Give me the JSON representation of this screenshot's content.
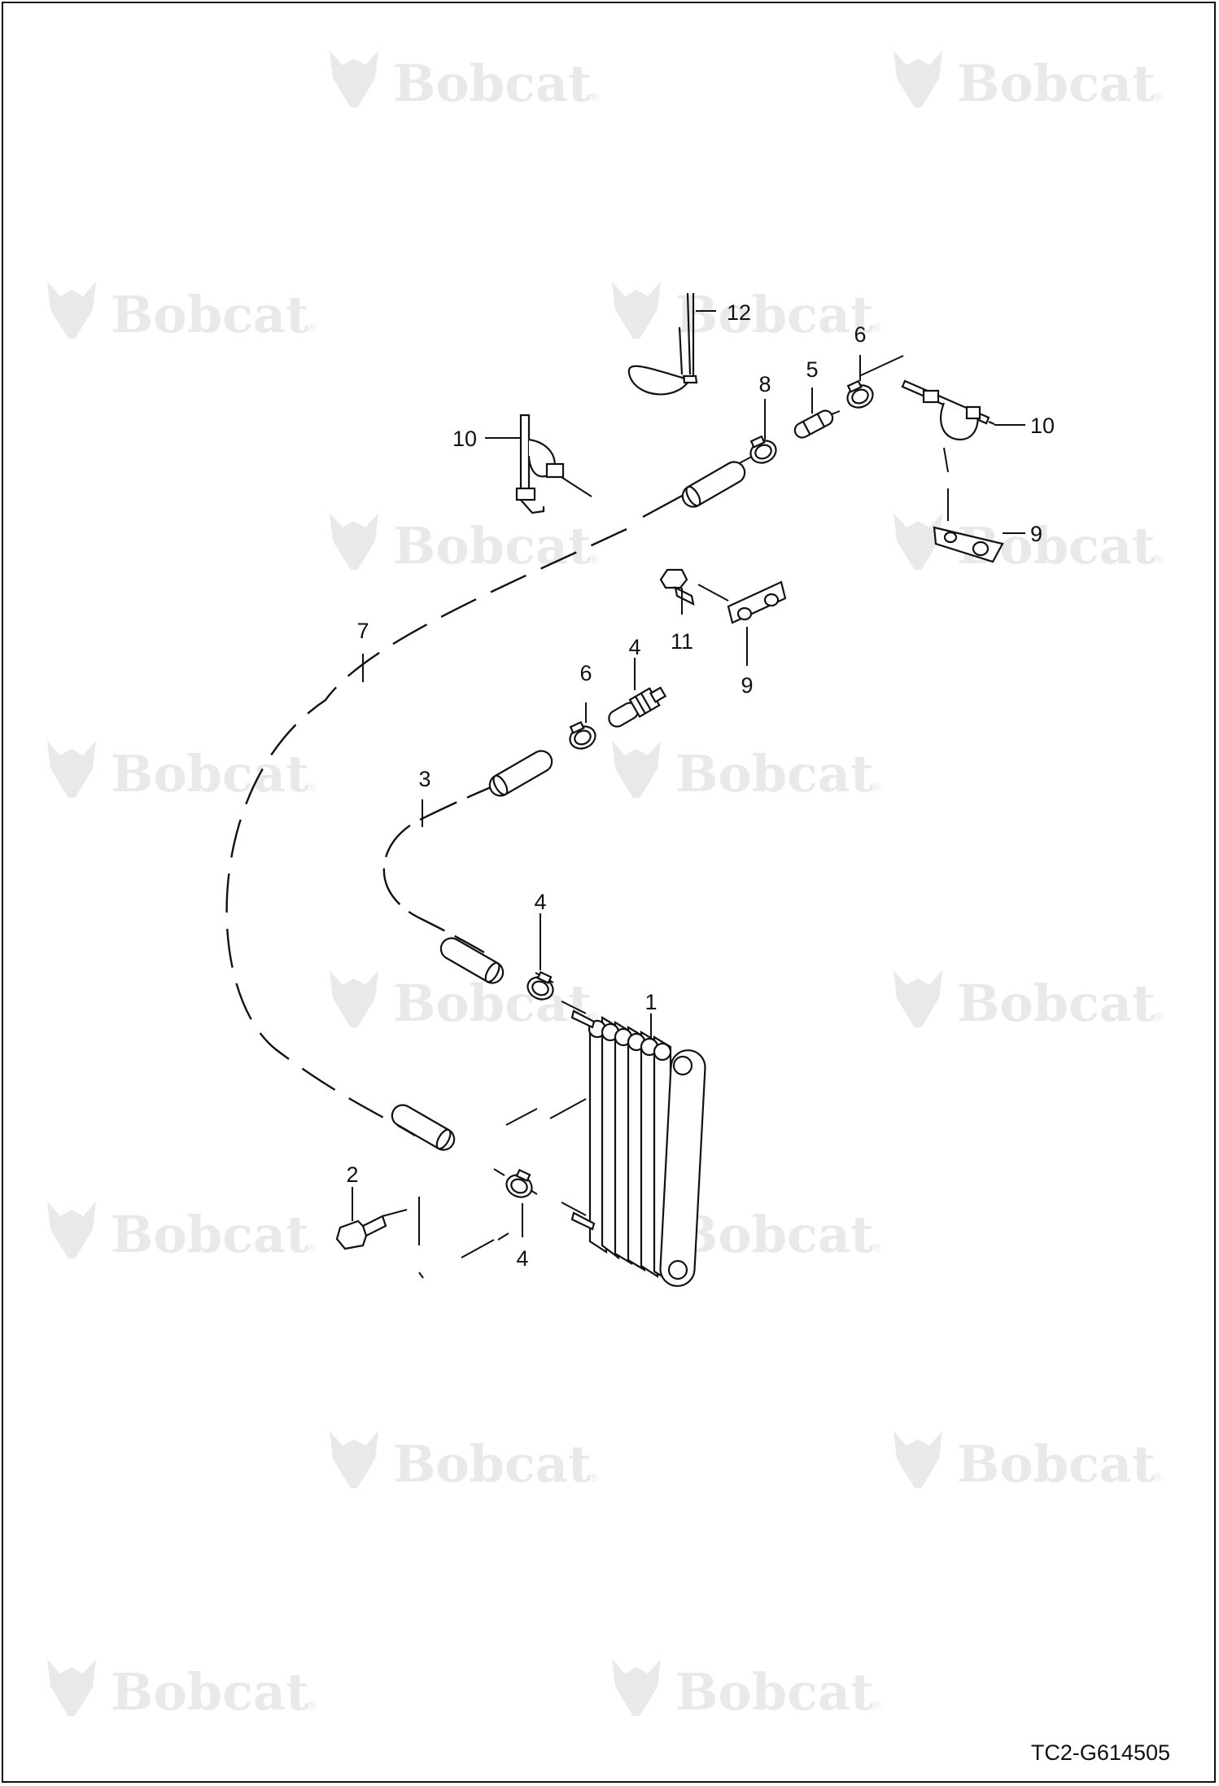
{
  "watermark": {
    "text": "Bobcat",
    "mark": "®",
    "logo_icon": "bobcat-head-icon"
  },
  "callouts": {
    "c1": "1",
    "c2": "2",
    "c3": "3",
    "c4a": "4",
    "c4b": "4",
    "c4c": "4",
    "c5": "5",
    "c6a": "6",
    "c6b": "6",
    "c7": "7",
    "c8": "8",
    "c9a": "9",
    "c9b": "9",
    "c10a": "10",
    "c10b": "10",
    "c11": "11",
    "c12": "12"
  },
  "document_id": "TC2-G614505",
  "colors": {
    "line": "#111111",
    "watermark": "#e9e9e9",
    "part_fill": "#ffffff"
  }
}
